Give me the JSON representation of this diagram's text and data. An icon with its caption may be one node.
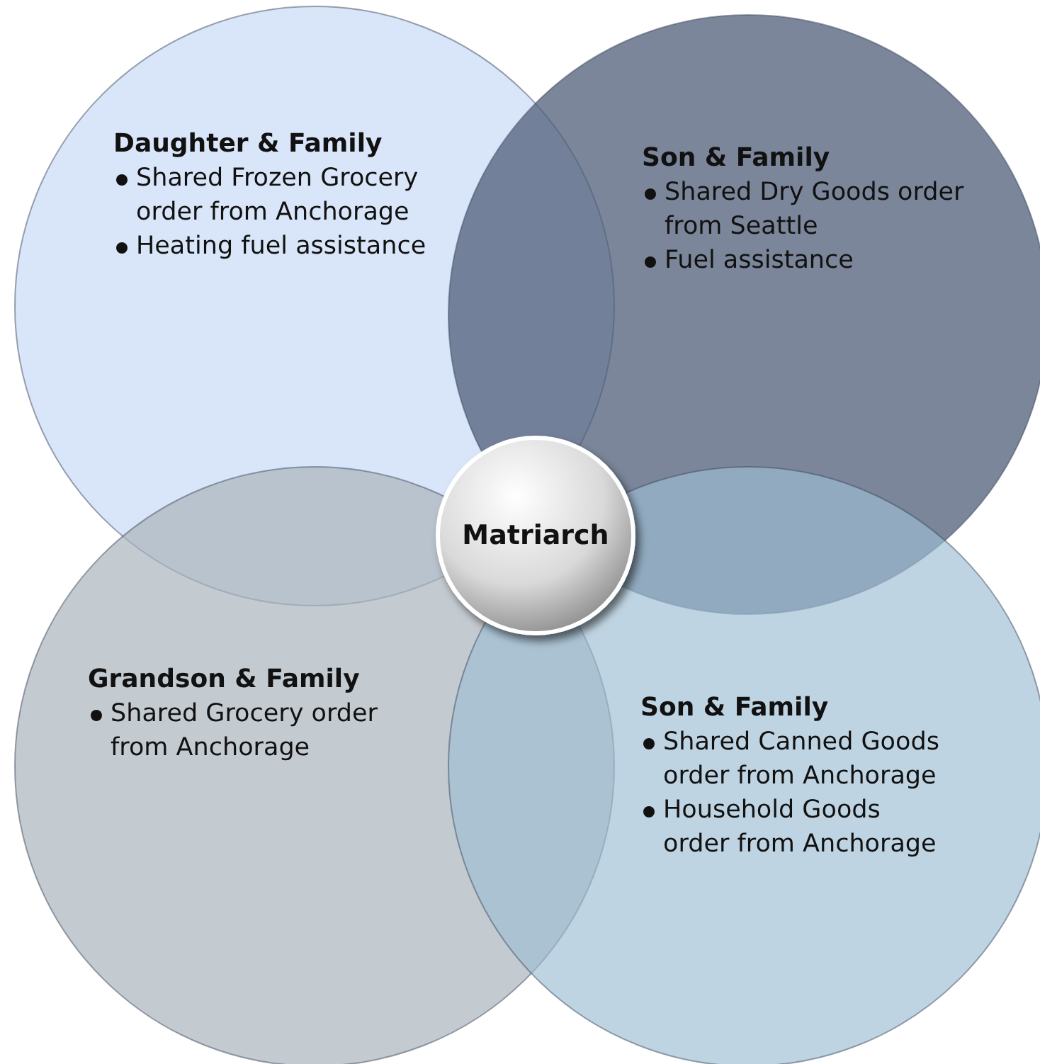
{
  "diagram": {
    "nodes": [
      {
        "text": [
          "Daughter & Family",
          "Shared Frozen Grocery order from Anchorage",
          "Heating fuel assistance"
        ]
      },
      {
        "text": [
          "Son & Family",
          "Shared Dry Goods order from Seattle",
          "Fuel assistance"
        ]
      },
      {
        "text": [
          "Matriarch"
        ]
      },
      {
        "text": [
          "Grandson & Family",
          "Shared Grocery order from Anchorage"
        ]
      },
      {
        "text": [
          "Son & Family",
          "Shared Canned Goods order from Anchorage",
          "Household Goods order from Anchorage"
        ]
      }
    ]
  }
}
